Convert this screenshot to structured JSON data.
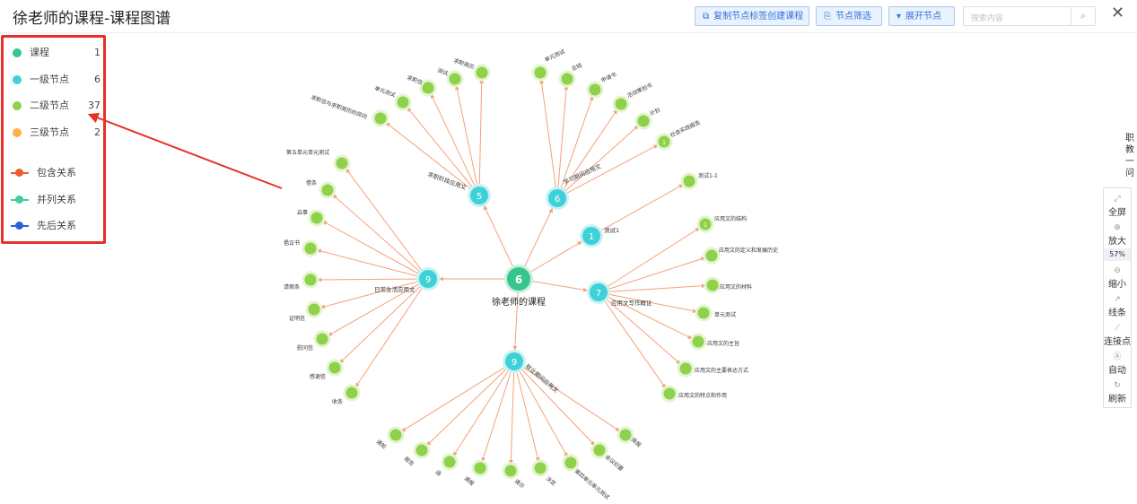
{
  "header": {
    "title": "徐老师的课程-课程图谱",
    "buttons": [
      {
        "label": "复制节点标签创建课程",
        "icon": "copy-icon"
      },
      {
        "label": "节点筛选",
        "icon": "filter-icon"
      },
      {
        "label": "展开节点",
        "icon": "caret-down-icon"
      }
    ],
    "search_placeholder": "搜索内容"
  },
  "legend": {
    "nodes": [
      {
        "label": "课程",
        "count": "1",
        "color": "#37c58e"
      },
      {
        "label": "一级节点",
        "count": "6",
        "color": "#3fd1d8"
      },
      {
        "label": "二级节点",
        "count": "37",
        "color": "#8fd14a"
      },
      {
        "label": "三级节点",
        "count": "2",
        "color": "#fbb24a"
      }
    ],
    "relations": [
      {
        "label": "包含关系",
        "color": "#ee5b2a"
      },
      {
        "label": "并列关系",
        "color": "#3fcf9f"
      },
      {
        "label": "先后关系",
        "color": "#2b5fd9"
      }
    ]
  },
  "graph": {
    "root": {
      "label": "徐老师的课程",
      "count": "6"
    },
    "clusters": [
      {
        "label": "求职阶段应用文",
        "count": "5",
        "children": [
          "求职信与求职简历的异同",
          "单元测试",
          "求职信",
          "测试",
          "求职简历"
        ]
      },
      {
        "label": "学习期间应用文",
        "count": "6",
        "children": [
          "单元测试",
          "总结",
          "申请书",
          "活动策划书",
          "计划",
          "社会实践报告"
        ]
      },
      {
        "label": "测试1",
        "count": "1",
        "children": [
          "测试1-1"
        ]
      },
      {
        "label": "应用文写作概论",
        "count": "7",
        "children": [
          "应用文的结构",
          "应用文的定义和发展历史",
          "应用文的材料",
          "单元测试",
          "应用文的主旨",
          "应用文的主要表达方式",
          "应用文的特点和作用"
        ]
      },
      {
        "label": "就业期间应用文",
        "count": "9",
        "children": [
          "通知",
          "报告",
          "函",
          "通报",
          "请示",
          "决定",
          "第四单元单元测试",
          "会议纪要",
          "简报"
        ]
      },
      {
        "label": "日常生活应用文",
        "count": "9",
        "children": [
          "第五单元单元测试",
          "借条",
          "启事",
          "倡议书",
          "请假条",
          "证明信",
          "慰问信",
          "感谢信",
          "收条"
        ]
      }
    ]
  },
  "toolbar": {
    "items": [
      {
        "label": "全屏",
        "icon": "fullscreen-icon"
      },
      {
        "label": "放大",
        "icon": "zoom-in-icon"
      },
      {
        "label": "缩小",
        "icon": "zoom-out-icon"
      },
      {
        "label": "线条",
        "icon": "line-icon"
      },
      {
        "label": "连接点",
        "icon": "connect-point-icon"
      },
      {
        "label": "自动",
        "icon": "auto-icon"
      },
      {
        "label": "刷新",
        "icon": "refresh-icon"
      }
    ],
    "zoom": "57%"
  },
  "side_text": "职教一问"
}
